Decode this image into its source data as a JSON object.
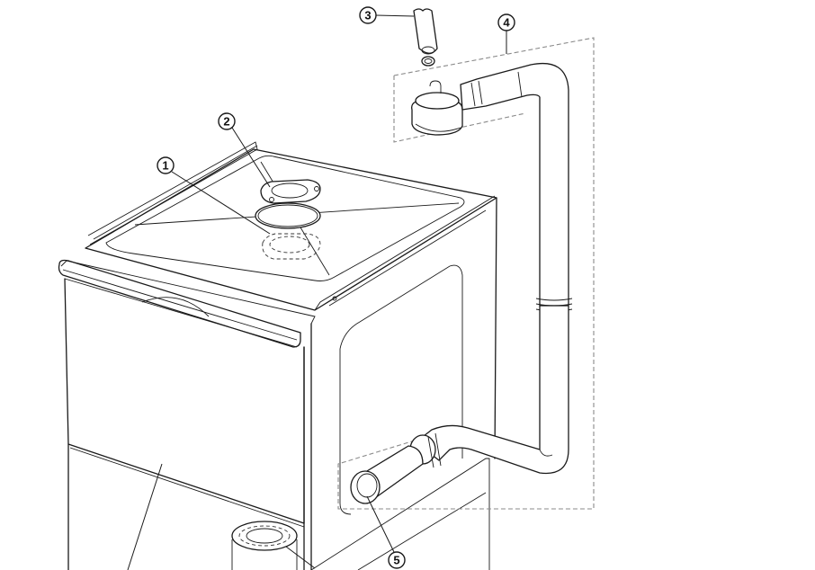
{
  "diagram": {
    "type": "exploded-parts-drawing",
    "subject": "dishwasher",
    "line_color": "#1a1a1a",
    "dashed_group_color": "#8a8a8a",
    "callouts": [
      {
        "id": "1",
        "label": "1"
      },
      {
        "id": "2",
        "label": "2"
      },
      {
        "id": "3",
        "label": "3"
      },
      {
        "id": "4",
        "label": "4"
      },
      {
        "id": "5",
        "label": "5"
      }
    ]
  }
}
